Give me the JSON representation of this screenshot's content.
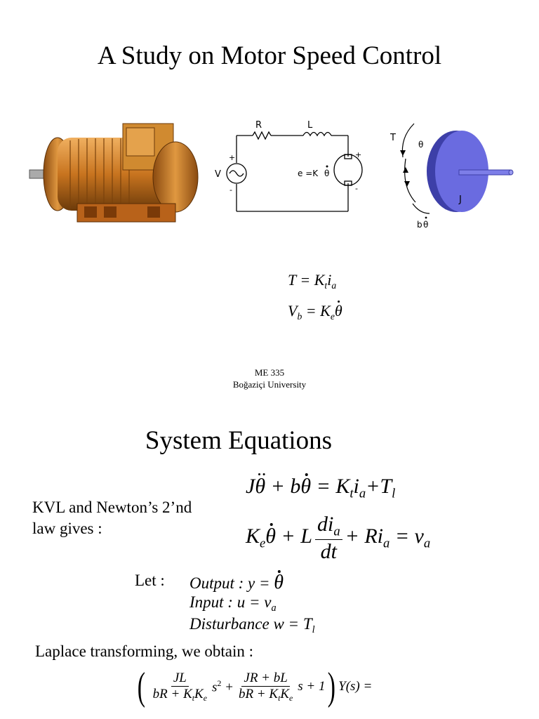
{
  "slide1": {
    "title": "A Study on Motor Speed Control",
    "circuit": {
      "R": "R",
      "L": "L",
      "V": "V",
      "emf": "e =K",
      "theta": "θ",
      "plus": "+",
      "minus": "-"
    },
    "rotor": {
      "T": "T",
      "theta": "θ",
      "J": "J",
      "b": "b",
      "btheta": "θ"
    },
    "eq1_lhs": "T",
    "eq1_rhs": "K",
    "eq1_sub_t": "t",
    "eq1_i": "i",
    "eq1_sub_a": "a",
    "eq2_lhs": "V",
    "eq2_sub_b": "b",
    "eq2_rhs": "K",
    "eq2_sub_e": "e",
    "eq2_theta": "θ",
    "footer_course": "ME 335",
    "footer_university": "Boğaziçi University"
  },
  "slide2": {
    "title": "System Equations",
    "intro_line1": "KVL and Newton’s 2’nd",
    "intro_line2": "law gives :",
    "let_label": "Let :",
    "output_label": "Output : y =",
    "input_label": "Input : u = v",
    "disturbance_label": "Disturbance w = T",
    "laplace_text": "Laplace transforming, we obtain :",
    "frac1_num": "JL",
    "frac2_num": "JR + bL",
    "den": "bR + K",
    "den_sub_t": "t",
    "den_K": "K",
    "den_sub_e": "e",
    "ys": "Y(s) ="
  },
  "colors": {
    "copper": "#c8741f",
    "disk": "#6a6be0",
    "disk_edge": "#3d3fa8"
  }
}
